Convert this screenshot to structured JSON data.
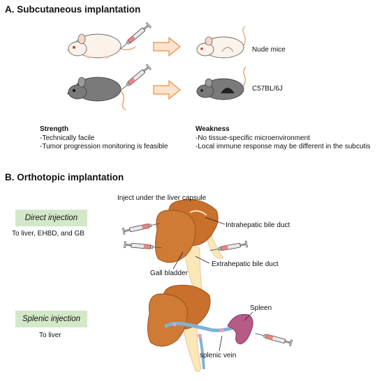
{
  "section_a": {
    "title": "A. Subcutaneous implantation",
    "label_nude": "Nude mice",
    "label_c57": "C57BL/6J",
    "strength": {
      "heading": "Strength",
      "items": [
        "-Technically facile",
        "-Tumor progression monitoring is feasible"
      ]
    },
    "weakness": {
      "heading": "Weakness",
      "items": [
        "-No tissue-specific microenvironment",
        "-Local immune response may be different in the subcutis"
      ]
    }
  },
  "section_b": {
    "title": "B. Orthotopic implantation",
    "direct": {
      "tag": "Direct injection",
      "target": "To liver, EHBD, and GB",
      "top_note": "Inject under the liver capsule",
      "label_intrahepatic": "Intrahepatic bile duct",
      "label_extrahepatic": "Extrahepatic bile duct",
      "label_gallbladder": "Gall bladder"
    },
    "splenic": {
      "tag": "Splenic injection",
      "target": "To liver",
      "label_spleen": "Spleen",
      "label_vein": "splenic vein"
    }
  },
  "colors": {
    "liver": "#c8702c",
    "liver_dark": "#9a4f1a",
    "bile_duct": "#fbe7b8",
    "tag_bg": "#d3e8c9",
    "arrow": "#f4a460",
    "spleen": "#b65a86",
    "vein": "#7fb3d5",
    "mouse_white": "#fbf3ea",
    "mouse_grey": "#7a7a7a",
    "tail": "#e8a06b"
  },
  "icons": [
    "syringe-icon",
    "mouse-icon",
    "right-arrow-icon",
    "liver-icon",
    "spleen-icon"
  ]
}
